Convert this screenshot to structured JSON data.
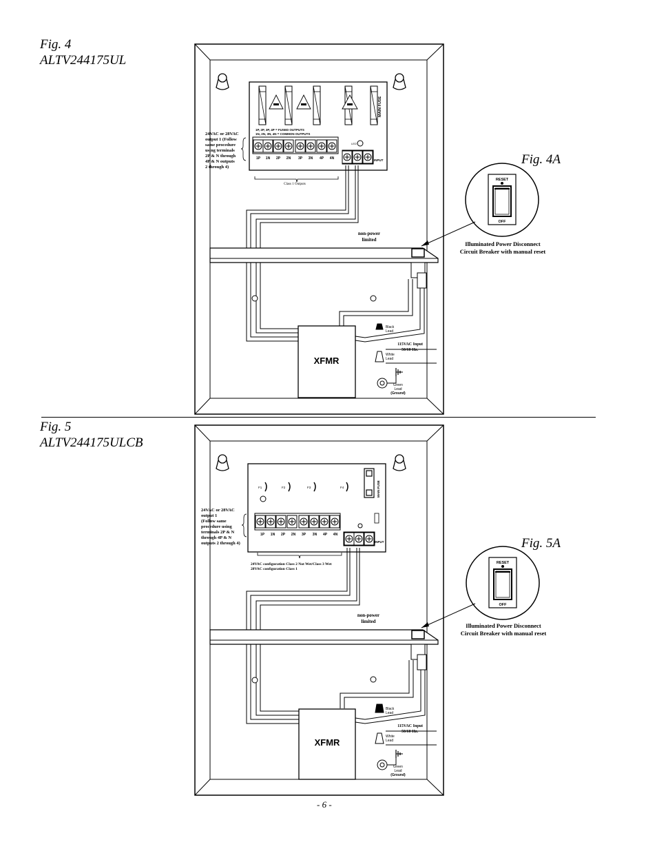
{
  "fig4": {
    "label": "Fig. 4",
    "model": "ALTV244175UL",
    "detail_label": "Fig. 4A",
    "fused_outputs_note": "1P, 2P, 3P, 4P = FUSED OUTPUTS",
    "common_outputs_note": "1N, 2N, 3N, 4N = COMMON OUTPUTS",
    "terminals": [
      "1P",
      "1N",
      "2P",
      "2N",
      "3P",
      "3N",
      "4P",
      "4N"
    ],
    "input_label": "INPUT",
    "led_label": "LED",
    "main_fuse_label": "MAIN FUSE",
    "side_note": [
      "24VAC or 28VAC",
      "output 1 (Follow",
      "same procedure",
      "using terminals",
      "2P & N through",
      "4P & N outputs",
      "2 through 4)"
    ],
    "class_note": "Class 1 Outputs",
    "non_power": [
      "non-power",
      "limited"
    ],
    "xfmr_label": "XFMR",
    "black_lead": [
      "Black",
      "Lead"
    ],
    "white_lead": [
      "White",
      "Lead"
    ],
    "green_lead": [
      "Green",
      "Lead",
      "(Ground)"
    ],
    "input_spec": [
      "115VAC Input",
      "50/60 Hz."
    ],
    "breaker_caption": [
      "Illuminated Power Disconnect",
      "Circuit Breaker with manual reset"
    ],
    "reset_label": "RESET",
    "off_label": "OFF"
  },
  "fig5": {
    "label": "Fig. 5",
    "model": "ALTV244175ULCB",
    "detail_label": "Fig. 5A",
    "fuse_labels": [
      "F1",
      "F2",
      "F3",
      "F4"
    ],
    "main_fuse_label": "MAIN FUSE",
    "terminals": [
      "1P",
      "1N",
      "2P",
      "2N",
      "3P",
      "3N",
      "4P",
      "4N"
    ],
    "input_label": "INPUT",
    "side_note": [
      "24VAC or 28VAC",
      "output 1",
      "(Follow same",
      "procedure using",
      "terminals 2P & N",
      "through 4P & N",
      "outputs 2 through 4)"
    ],
    "class_note": [
      "24VAC configuration Class 2 Not Wet/Class 3 Wet",
      "28VAC configuration Class 1"
    ],
    "non_power": [
      "non-power",
      "limited"
    ],
    "xfmr_label": "XFMR",
    "black_lead": [
      "Black",
      "Lead"
    ],
    "white_lead": [
      "White",
      "Lead"
    ],
    "green_lead": [
      "Green",
      "Lead",
      "(Ground)"
    ],
    "input_spec": [
      "115VAC Input",
      "50/60 Hz."
    ],
    "breaker_caption": [
      "Illuminated Power Disconnect",
      "Circuit Breaker with manual reset"
    ],
    "reset_label": "RESET",
    "off_label": "OFF"
  },
  "page_number": "- 6 -"
}
